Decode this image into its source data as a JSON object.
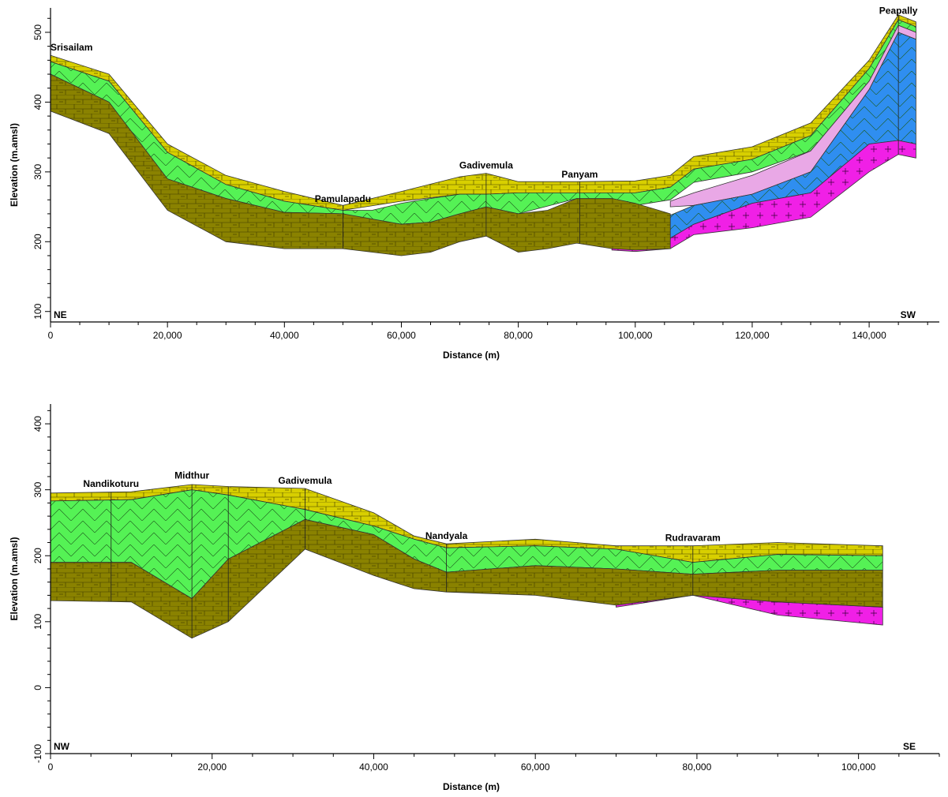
{
  "chart_data": [
    {
      "type": "area",
      "subtype": "geological-cross-section",
      "xlabel": "Distance (m)",
      "ylabel": "Elevation (m.amsl)",
      "xlim": [
        0,
        152000
      ],
      "ylim": [
        85,
        535
      ],
      "xticks": [
        0,
        20000,
        40000,
        60000,
        80000,
        100000,
        120000,
        140000
      ],
      "xtick_labels": [
        "0",
        "20,000",
        "40,000",
        "60,000",
        "80,000",
        "100,000",
        "120,000",
        "140,000"
      ],
      "yticks": [
        100,
        200,
        300,
        400,
        500
      ],
      "ytick_labels": [
        "100",
        "200",
        "300",
        "400",
        "500"
      ],
      "grid": false,
      "corner_left": "NE",
      "corner_right": "SW",
      "locations": [
        {
          "name": "Srisailam",
          "x": 0,
          "elev": 467
        },
        {
          "name": "Pamulapadu",
          "x": 50000,
          "elev": 250
        },
        {
          "name": "Gadivemula",
          "x": 74500,
          "elev": 298
        },
        {
          "name": "Panyam",
          "x": 90500,
          "elev": 285
        },
        {
          "name": "Peapally",
          "x": 145000,
          "elev": 520
        }
      ],
      "wells_x": [
        50000,
        74500,
        90500,
        145000
      ],
      "series": [
        {
          "color": "#d8cf00",
          "pattern": "limestone",
          "x": [
            0,
            10000,
            20000,
            30000,
            40000,
            50000,
            60000,
            70000,
            74500,
            80000,
            90000,
            100000,
            106000,
            110000,
            120000,
            130000,
            140000,
            145000,
            148000
          ],
          "top": [
            467,
            440,
            340,
            295,
            272,
            252,
            272,
            293,
            298,
            286,
            286,
            287,
            295,
            322,
            336,
            370,
            460,
            525,
            515
          ],
          "bottom": [
            458,
            430,
            328,
            282,
            258,
            245,
            258,
            268,
            268,
            270,
            270,
            270,
            278,
            304,
            318,
            352,
            448,
            518,
            508
          ]
        },
        {
          "color": "#55f255",
          "pattern": "crosshatch",
          "x": [
            0,
            10000,
            20000,
            30000,
            40000,
            50000,
            55000,
            60000,
            65000,
            70000,
            74500,
            80000,
            90000,
            100000,
            106000,
            110000,
            120000,
            130000,
            140000,
            145000,
            148000
          ],
          "top": [
            458,
            430,
            328,
            282,
            258,
            245,
            245,
            255,
            262,
            268,
            268,
            270,
            270,
            270,
            278,
            304,
            318,
            352,
            448,
            518,
            508
          ],
          "bottom": [
            440,
            400,
            290,
            262,
            242,
            240,
            230,
            225,
            228,
            240,
            250,
            240,
            262,
            252,
            260,
            285,
            300,
            330,
            430,
            510,
            500
          ]
        },
        {
          "color": "#e9a8e6",
          "pattern": "none",
          "x": [
            106000,
            110000,
            120000,
            130000,
            140000,
            145000,
            148000
          ],
          "top": [
            258,
            270,
            295,
            330,
            430,
            510,
            500
          ],
          "bottom": [
            250,
            252,
            268,
            300,
            418,
            500,
            490
          ]
        },
        {
          "color": "#2f8ef0",
          "pattern": "crosshatch",
          "x": [
            96000,
            100000,
            106000,
            110000,
            120000,
            130000,
            140000,
            145000,
            148000
          ],
          "top": [
            190,
            200,
            238,
            252,
            268,
            300,
            418,
            500,
            490
          ],
          "bottom": [
            190,
            192,
            205,
            225,
            255,
            270,
            340,
            345,
            340
          ]
        },
        {
          "color": "#f020e6",
          "pattern": "plus",
          "x": [
            96000,
            100000,
            106000,
            110000,
            120000,
            130000,
            140000,
            145000,
            148000
          ],
          "top": [
            190,
            192,
            205,
            225,
            255,
            270,
            340,
            345,
            340
          ],
          "bottom": [
            188,
            186,
            190,
            210,
            220,
            235,
            300,
            325,
            320
          ]
        },
        {
          "color": "#8a8200",
          "pattern": "limestone",
          "x": [
            0,
            10000,
            20000,
            30000,
            40000,
            50000,
            60000,
            65000,
            70000,
            74500,
            80000,
            85000,
            90000,
            96000,
            100000,
            106000
          ],
          "top": [
            440,
            400,
            290,
            262,
            242,
            240,
            225,
            228,
            240,
            250,
            240,
            245,
            262,
            262,
            255,
            240
          ],
          "bottom": [
            387,
            355,
            245,
            200,
            190,
            190,
            180,
            185,
            200,
            208,
            185,
            190,
            198,
            190,
            188,
            190
          ]
        }
      ]
    },
    {
      "type": "area",
      "subtype": "geological-cross-section",
      "xlabel": "Distance (m)",
      "ylabel": "Elevation (m.amsl)",
      "xlim": [
        0,
        110000
      ],
      "ylim": [
        -100,
        430
      ],
      "xticks": [
        0,
        20000,
        40000,
        60000,
        80000,
        100000
      ],
      "xtick_labels": [
        "0",
        "20,000",
        "40,000",
        "60,000",
        "80,000",
        "100,000"
      ],
      "yticks": [
        -100,
        0,
        100,
        200,
        300,
        400
      ],
      "ytick_labels": [
        "-100",
        "0",
        "100",
        "200",
        "300",
        "400"
      ],
      "grid": false,
      "corner_left": "NW",
      "corner_right": "SE",
      "locations": [
        {
          "name": "Nandikoturu",
          "x": 7500,
          "elev": 297
        },
        {
          "name": "Midthur",
          "x": 17500,
          "elev": 310
        },
        {
          "name": "Gadivemula",
          "x": 31500,
          "elev": 302
        },
        {
          "name": "Nandyala",
          "x": 49000,
          "elev": 218
        },
        {
          "name": "Rudravaram",
          "x": 79500,
          "elev": 215
        }
      ],
      "wells_x": [
        7500,
        17500,
        22000,
        31500,
        49000,
        79500
      ],
      "series": [
        {
          "color": "#d8cf00",
          "pattern": "limestone",
          "x": [
            0,
            10000,
            17500,
            22000,
            31500,
            40000,
            45000,
            49000,
            60000,
            70000,
            79500,
            90000,
            103000
          ],
          "top": [
            295,
            297,
            308,
            305,
            302,
            265,
            230,
            218,
            225,
            215,
            215,
            220,
            215
          ],
          "bottom": [
            283,
            285,
            300,
            292,
            270,
            245,
            225,
            212,
            215,
            210,
            190,
            202,
            200
          ]
        },
        {
          "color": "#55f255",
          "pattern": "crosshatch",
          "x": [
            0,
            10000,
            17500,
            22000,
            31500,
            40000,
            45000,
            49000,
            60000,
            70000,
            79500,
            90000,
            103000
          ],
          "top": [
            283,
            285,
            300,
            292,
            270,
            245,
            225,
            212,
            215,
            210,
            190,
            202,
            200
          ],
          "bottom": [
            190,
            190,
            135,
            195,
            255,
            232,
            195,
            175,
            185,
            180,
            172,
            178,
            178
          ]
        },
        {
          "color": "#f020e6",
          "pattern": "plus",
          "x": [
            70000,
            79500,
            90000,
            103000
          ],
          "top": [
            125,
            140,
            130,
            122
          ],
          "bottom": [
            122,
            140,
            110,
            95
          ]
        },
        {
          "color": "#8a8200",
          "pattern": "limestone",
          "x": [
            0,
            10000,
            17500,
            22000,
            31500,
            40000,
            45000,
            49000,
            60000,
            70000,
            79500,
            90000,
            103000
          ],
          "top": [
            190,
            190,
            135,
            195,
            255,
            232,
            195,
            175,
            185,
            180,
            172,
            178,
            178
          ],
          "bottom": [
            132,
            130,
            75,
            100,
            210,
            170,
            150,
            145,
            140,
            125,
            140,
            130,
            122
          ]
        }
      ]
    }
  ]
}
